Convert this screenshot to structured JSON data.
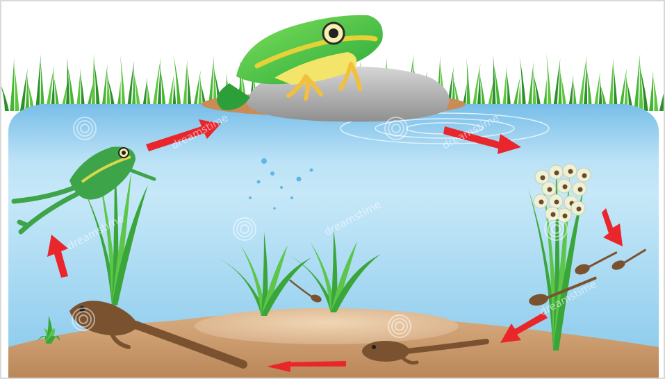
{
  "watermark": {
    "text": "dreamstime"
  },
  "stages": [
    {
      "id": "adult-frog",
      "icon": "frog-on-rock-icon"
    },
    {
      "id": "eggs",
      "icon": "frog-eggs-icon"
    },
    {
      "id": "tadpole",
      "icon": "tadpole-icon"
    },
    {
      "id": "tadpole-with-legs",
      "icon": "tadpole-with-legs-icon"
    },
    {
      "id": "froglet",
      "icon": "froglet-icon"
    }
  ],
  "colors": {
    "sky": "#ffffff",
    "water": "#b9dff3",
    "water_deep": "#8fcdee",
    "grass": "#3fae2e",
    "mud": "#c99a6b",
    "rock": "#b9b9b9",
    "frog": "#55c93a",
    "arrow": "#e8262c",
    "tadpole": "#7a5230"
  }
}
